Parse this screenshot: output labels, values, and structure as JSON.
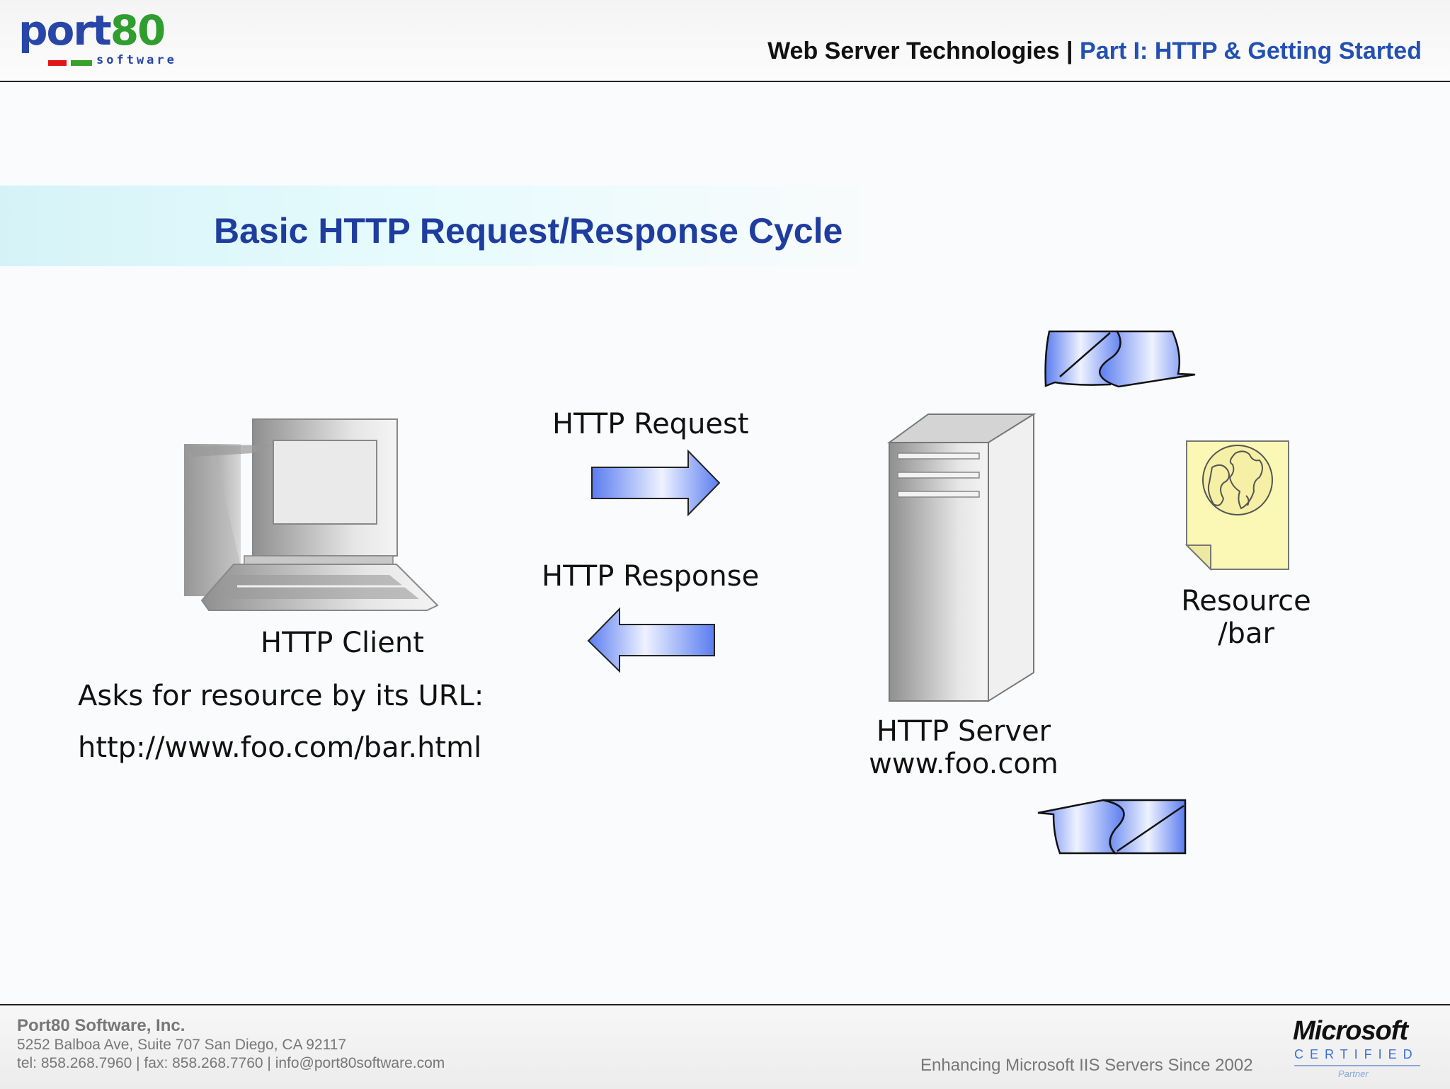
{
  "header": {
    "logo_word": "port",
    "logo_number": "80",
    "logo_subtitle": "software",
    "title_main": "Web Server Technologies | ",
    "title_part": "Part I: HTTP & Getting Started"
  },
  "slide": {
    "title": "Basic HTTP Request/Response Cycle"
  },
  "diagram": {
    "client_label": "HTTP Client",
    "client_desc": "Asks for resource by its URL:",
    "client_url": "http://www.foo.com/bar.html",
    "request_label": "HTTP Request",
    "response_label": "HTTP Response",
    "server_label_line1": "HTTP Server",
    "server_label_line2": "www.foo.com",
    "resource_label_line1": "Resource",
    "resource_label_line2": "/bar"
  },
  "footer": {
    "company": "Port80 Software, Inc.",
    "address": "5252 Balboa Ave, Suite 707 San Diego, CA 92117",
    "contact": "tel: 858.268.7960 | fax: 858.268.7760 | info@port80software.com",
    "tagline": "Enhancing Microsoft IIS Servers Since 2002",
    "ms_logo": "Microsoft",
    "ms_certified": "CERTIFIED",
    "ms_partner": "Partner"
  },
  "colors": {
    "brand_blue": "#2845a8",
    "title_blue": "#1f3d9e",
    "arrow_blue": "#5b7df0",
    "note_yellow": "#fbf7b4"
  },
  "icons": [
    "computer-icon",
    "server-tower-icon",
    "document-globe-icon",
    "curved-arrow-icon"
  ]
}
